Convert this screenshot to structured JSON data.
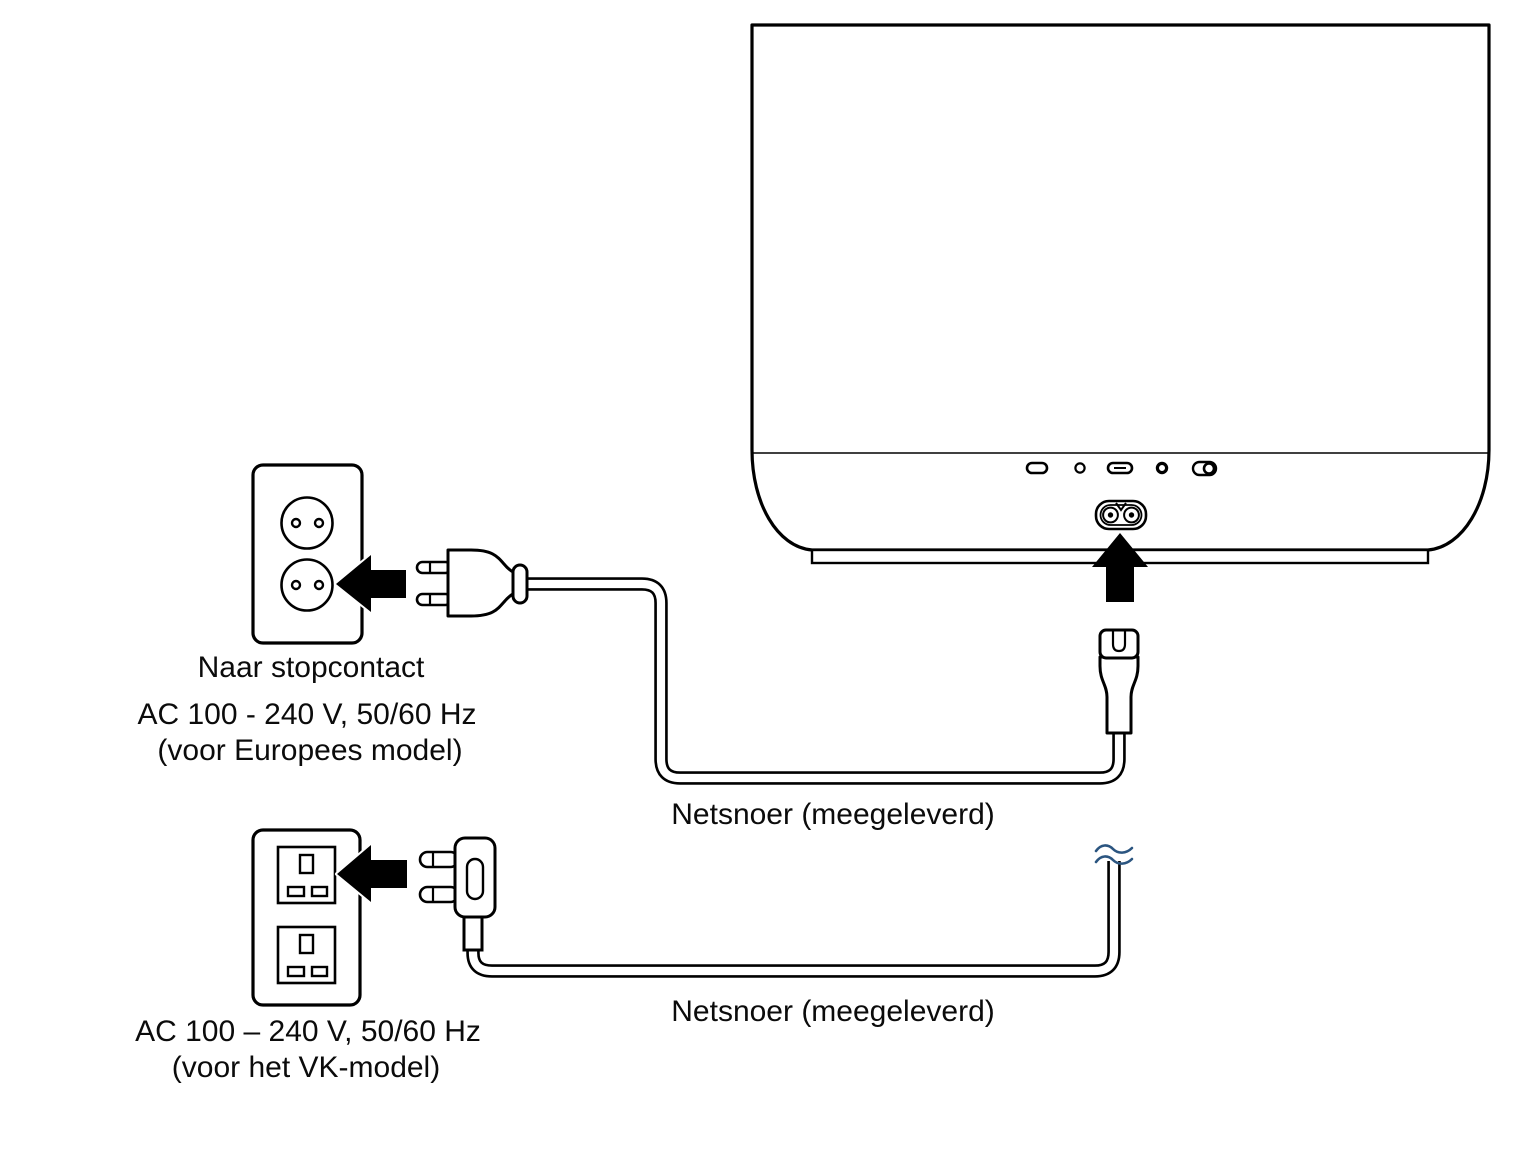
{
  "title": "Power cord connection diagram",
  "colors": {
    "line": "#000000",
    "background": "#ffffff",
    "arrow_fill": "#000000",
    "cord_break_mark": "#2b5580"
  },
  "labels": {
    "eu_outlet_caption": "Naar stopcontact",
    "eu_spec_line1": "AC 100 - 240 V, 50/60 Hz",
    "eu_spec_line2": "(voor Europees model)",
    "eu_cord_label": "Netsnoer (meegeleverd)",
    "uk_spec_line1": "AC 100 – 240 V, 50/60 Hz",
    "uk_spec_line2": "(voor het VK-model)",
    "uk_cord_label": "Netsnoer (meegeleverd)"
  },
  "icons": {
    "eu_insert_arrow": "arrow-left-solid",
    "uk_insert_arrow": "arrow-left-solid",
    "inlet_insert_arrow": "arrow-up-solid",
    "cord_break": "double-wave"
  }
}
